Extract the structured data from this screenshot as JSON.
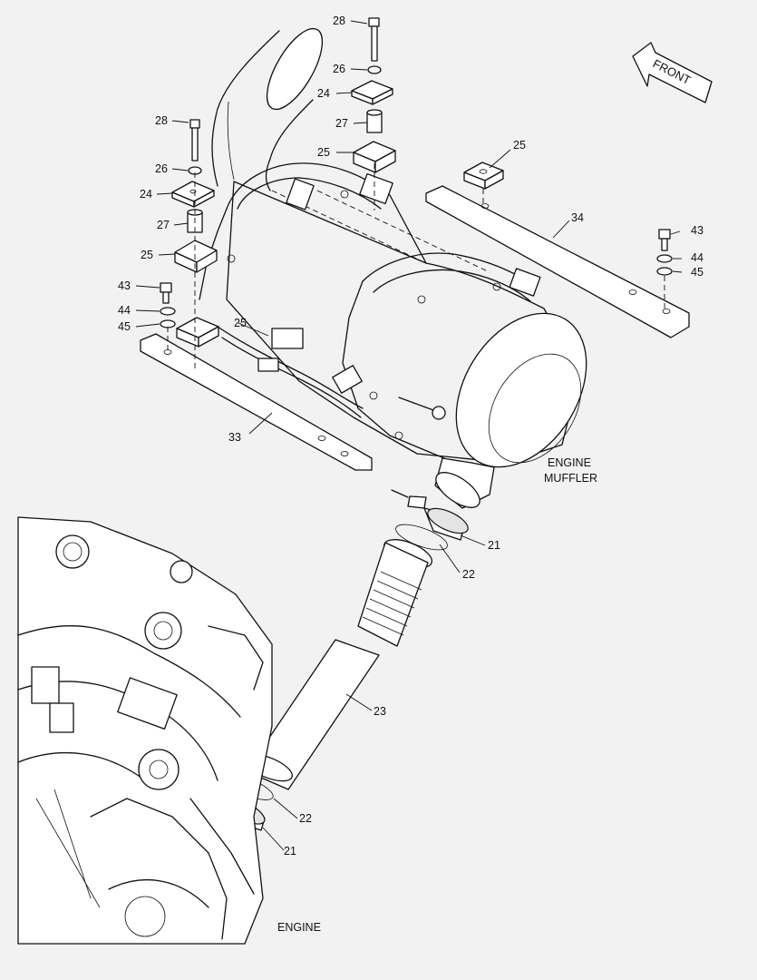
{
  "callouts": [
    {
      "id": "c28a",
      "text": "28"
    },
    {
      "id": "c26a",
      "text": "26"
    },
    {
      "id": "c24a",
      "text": "24"
    },
    {
      "id": "c27a",
      "text": "27"
    },
    {
      "id": "c25a",
      "text": "25"
    },
    {
      "id": "c25b",
      "text": "25"
    },
    {
      "id": "c34",
      "text": "34"
    },
    {
      "id": "c43a",
      "text": "43"
    },
    {
      "id": "c44a",
      "text": "44"
    },
    {
      "id": "c45a",
      "text": "45"
    },
    {
      "id": "c28b",
      "text": "28"
    },
    {
      "id": "c26b",
      "text": "26"
    },
    {
      "id": "c24b",
      "text": "24"
    },
    {
      "id": "c27b",
      "text": "27"
    },
    {
      "id": "c25c",
      "text": "25"
    },
    {
      "id": "c43b",
      "text": "43"
    },
    {
      "id": "c44b",
      "text": "44"
    },
    {
      "id": "c45b",
      "text": "45"
    },
    {
      "id": "c25d",
      "text": "25"
    },
    {
      "id": "c33",
      "text": "33"
    },
    {
      "id": "c21a",
      "text": "21"
    },
    {
      "id": "c22a",
      "text": "22"
    },
    {
      "id": "c23",
      "text": "23"
    },
    {
      "id": "c22b",
      "text": "22"
    },
    {
      "id": "c21b",
      "text": "21"
    }
  ],
  "labels": {
    "front": "FRONT",
    "muffler_line1": "ENGINE",
    "muffler_line2": "MUFFLER",
    "engine": "ENGINE"
  }
}
